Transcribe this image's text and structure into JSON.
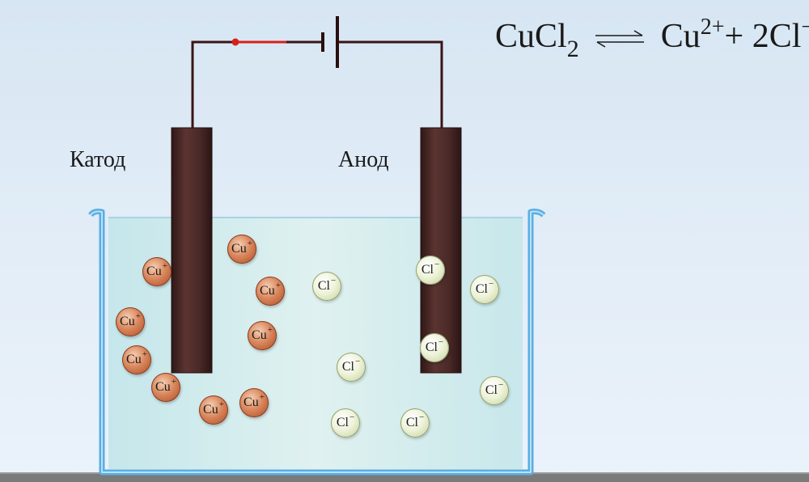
{
  "labels": {
    "cathode": "Катод",
    "anode": "Анод"
  },
  "equation": {
    "part1": "CuCl",
    "part1_sub": "2",
    "part2": "Cu",
    "part2_sup": "2+",
    "plus": "+ 2Cl",
    "part3_sup": "−"
  },
  "ions": {
    "cation_symbol": "Cu",
    "cation_charge": "+",
    "anion_symbol": "Cl",
    "anion_charge": "−"
  },
  "colors": {
    "electrode": "#4a2a28",
    "wire": "#3a1414",
    "wire_accent": "#d8201a",
    "beaker_glass": "#6fb8e6",
    "solution": "#cfe9e6",
    "table": "#7a7a7a"
  }
}
